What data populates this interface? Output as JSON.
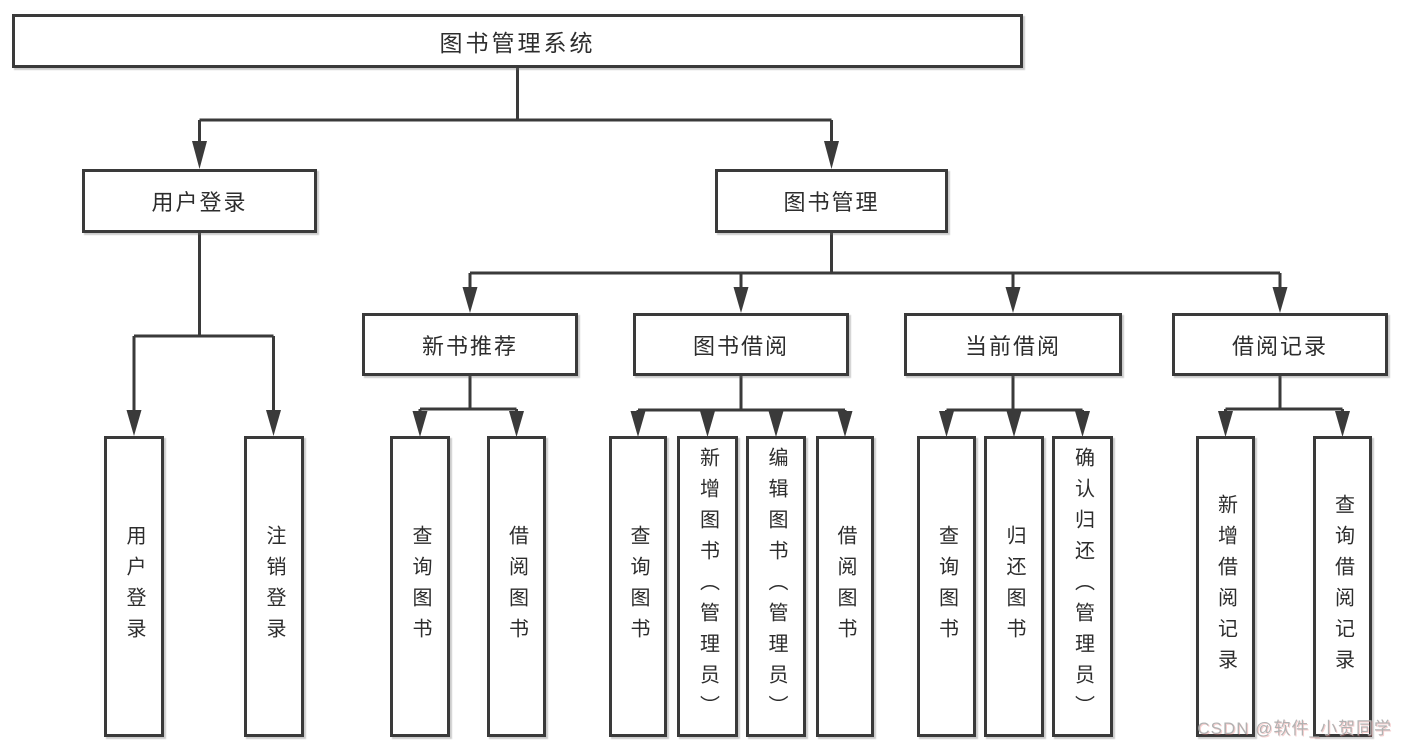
{
  "tree": {
    "label": "图书管理系统",
    "children": [
      {
        "label": "用户登录",
        "children": [
          {
            "label": "用户登录"
          },
          {
            "label": "注销登录"
          }
        ]
      },
      {
        "label": "图书管理",
        "children": [
          {
            "label": "新书推荐",
            "children": [
              {
                "label": "查询图书"
              },
              {
                "label": "借阅图书"
              }
            ]
          },
          {
            "label": "图书借阅",
            "children": [
              {
                "label": "查询图书"
              },
              {
                "label": "新增图书（管理员）"
              },
              {
                "label": "编辑图书（管理员）"
              },
              {
                "label": "借阅图书"
              }
            ]
          },
          {
            "label": "当前借阅",
            "children": [
              {
                "label": "查询图书"
              },
              {
                "label": "归还图书"
              },
              {
                "label": "确认归还（管理员）"
              }
            ]
          },
          {
            "label": "借阅记录",
            "children": [
              {
                "label": "新增借阅记录"
              },
              {
                "label": "查询借阅记录"
              }
            ]
          }
        ]
      }
    ]
  },
  "watermark": {
    "text": "CSDN @软件_小贺同学"
  },
  "colors": {
    "line": "#3a3a3a",
    "border": "#3a3a3a",
    "text": "#2d2d2d",
    "background": "#ffffff",
    "watermark": "#b2b2b2"
  }
}
